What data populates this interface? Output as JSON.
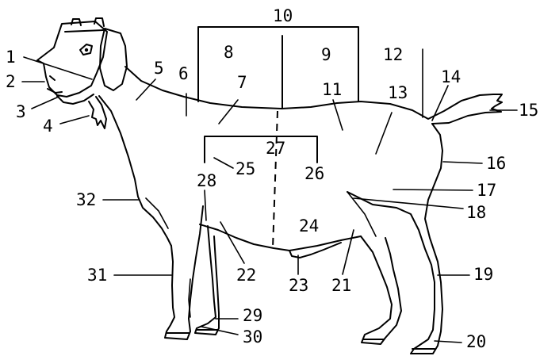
{
  "diagram": {
    "labels": [
      {
        "id": "1",
        "text": "1"
      },
      {
        "id": "2",
        "text": "2"
      },
      {
        "id": "3",
        "text": "3"
      },
      {
        "id": "4",
        "text": "4"
      },
      {
        "id": "5",
        "text": "5"
      },
      {
        "id": "6",
        "text": "6"
      },
      {
        "id": "7",
        "text": "7"
      },
      {
        "id": "8",
        "text": "8"
      },
      {
        "id": "9",
        "text": "9"
      },
      {
        "id": "10",
        "text": "10"
      },
      {
        "id": "11",
        "text": "11"
      },
      {
        "id": "12",
        "text": "12"
      },
      {
        "id": "13",
        "text": "13"
      },
      {
        "id": "14",
        "text": "14"
      },
      {
        "id": "15",
        "text": "15"
      },
      {
        "id": "16",
        "text": "16"
      },
      {
        "id": "17",
        "text": "17"
      },
      {
        "id": "18",
        "text": "18"
      },
      {
        "id": "19",
        "text": "19"
      },
      {
        "id": "20",
        "text": "20"
      },
      {
        "id": "21",
        "text": "21"
      },
      {
        "id": "22",
        "text": "22"
      },
      {
        "id": "23",
        "text": "23"
      },
      {
        "id": "24",
        "text": "24"
      },
      {
        "id": "25",
        "text": "25"
      },
      {
        "id": "26",
        "text": "26"
      },
      {
        "id": "27",
        "text": "27"
      },
      {
        "id": "28",
        "text": "28"
      },
      {
        "id": "29",
        "text": "29"
      },
      {
        "id": "30",
        "text": "30"
      },
      {
        "id": "31",
        "text": "31"
      },
      {
        "id": "32",
        "text": "32"
      }
    ]
  }
}
